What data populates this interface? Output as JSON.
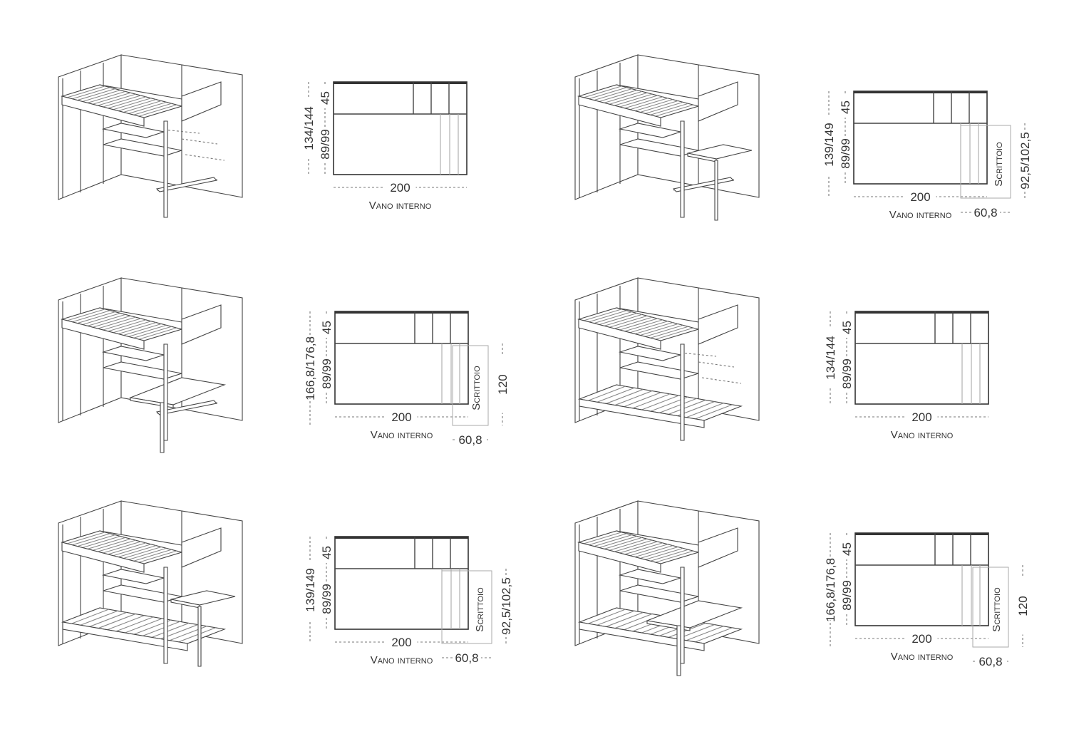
{
  "panels": [
    {
      "id": "p1",
      "total": "134/144",
      "top": "45",
      "bottom": "89/99",
      "width": "200",
      "caption": "Vano interno",
      "desk": null,
      "lower_bed": false
    },
    {
      "id": "p2",
      "total": "139/149",
      "top": "45",
      "bottom": "89/99",
      "width": "200",
      "caption": "Vano interno",
      "desk": {
        "label": "Scrittoio",
        "height": "92,5/102,5",
        "depth": "60,8",
        "type": "short"
      },
      "lower_bed": false
    },
    {
      "id": "p3",
      "total": "166,8/176,8",
      "top": "45",
      "bottom": "89/99",
      "width": "200",
      "caption": "Vano interno",
      "desk": {
        "label": "Scrittoio",
        "height": "120",
        "depth": "60,8",
        "type": "tall"
      },
      "lower_bed": false
    },
    {
      "id": "p4",
      "total": "134/144",
      "top": "45",
      "bottom": "89/99",
      "width": "200",
      "caption": "Vano interno",
      "desk": null,
      "lower_bed": true
    },
    {
      "id": "p5",
      "total": "139/149",
      "top": "45",
      "bottom": "89/99",
      "width": "200",
      "caption": "Vano interno",
      "desk": {
        "label": "Scrittoio",
        "height": "92,5/102,5",
        "depth": "60,8",
        "type": "short"
      },
      "lower_bed": true
    },
    {
      "id": "p6",
      "total": "166,8/176,8",
      "top": "45",
      "bottom": "89/99",
      "width": "200",
      "caption": "Vano interno",
      "desk": {
        "label": "Scrittoio",
        "height": "120",
        "depth": "60,8",
        "type": "tall"
      },
      "lower_bed": true
    }
  ]
}
